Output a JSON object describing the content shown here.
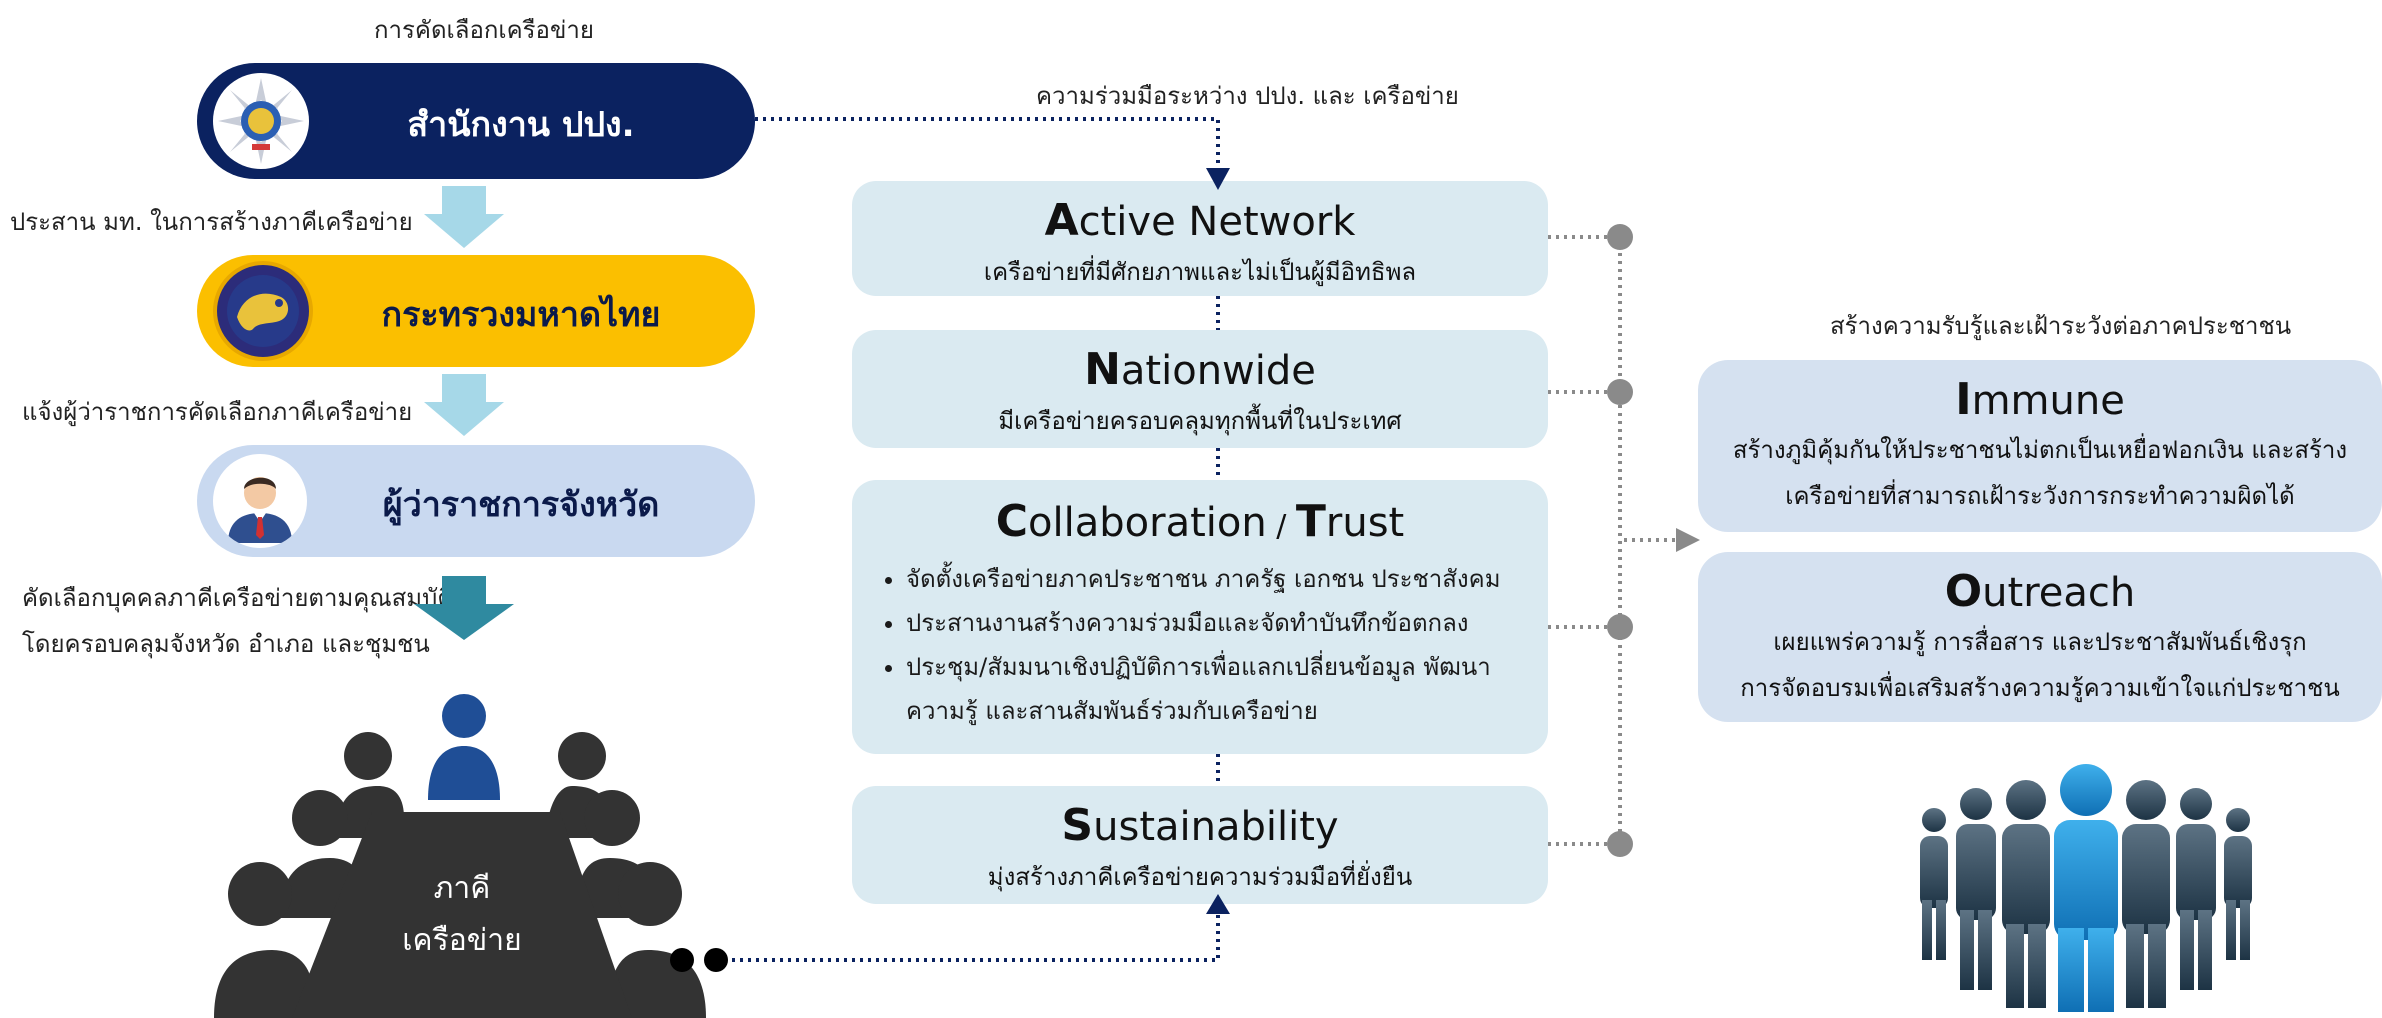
{
  "left": {
    "selection_caption": "การคัดเลือกเครือข่าย",
    "office_label": "สำนักงาน ปปง.",
    "step1_caption": "ประสาน มท. ในการสร้างภาคีเครือข่าย",
    "ministry_label": "กระทรวงมหาดไทย",
    "step2_caption": "แจ้งผู้ว่าราชการคัดเลือกภาคีเครือข่าย",
    "governor_label": "ผู้ว่าราชการจังหวัด",
    "step3_caption_line1": "คัดเลือกบุคคลภาคีเครือข่ายตามคุณสมบัติ",
    "step3_caption_line2": "โดยครอบคลุมจังหวัด อำเภอ และชุมชน",
    "network_table_line1": "ภาคี",
    "network_table_line2": "เครือข่าย"
  },
  "center": {
    "collab_caption": "ความร่วมมือระหว่าง ปปง. และ เครือข่าย",
    "active": {
      "initial": "A",
      "rest": "ctive Network",
      "sub": "เครือข่ายที่มีศักยภาพและไม่เป็นผู้มีอิทธิพล"
    },
    "nationwide": {
      "initial": "N",
      "rest": "ationwide",
      "sub": "มีเครือข่ายครอบคลุมทุกพื้นที่ในประเทศ"
    },
    "collab": {
      "initial1": "C",
      "rest1": "ollaboration",
      "sep": " / ",
      "initial2": "T",
      "rest2": "rust",
      "bullets": [
        "จัดตั้งเครือข่ายภาคประชาชน ภาครัฐ เอกชน ประชาสังคม",
        "ประสานงานสร้างความร่วมมือและจัดทำบันทึกข้อตกลง",
        "ประชุม/สัมมนาเชิงปฏิบัติการเพื่อแลกเปลี่ยนข้อมูล พัฒนา ความรู้ และสานสัมพันธ์ร่วมกับเครือข่าย"
      ]
    },
    "sustain": {
      "initial": "S",
      "rest": "ustainability",
      "sub": "มุ่งสร้างภาคีเครือข่ายความร่วมมือที่ยั่งยืน"
    }
  },
  "right": {
    "caption": "สร้างความรับรู้และเฝ้าระวังต่อภาคประชาชน",
    "immune": {
      "initial": "I",
      "rest": "mmune",
      "line1": "สร้างภูมิคุ้มกันให้ประชาชนไม่ตกเป็นเหยื่อฟอกเงิน และสร้าง",
      "line2": "เครือข่ายที่สามารถเฝ้าระวังการกระทำความผิดได้"
    },
    "outreach": {
      "initial": "O",
      "rest": "utreach",
      "line1": "เผยแพร่ความรู้ การสื่อสาร และประชาสัมพันธ์เชิงรุก",
      "line2": "การจัดอบรมเพื่อเสริมสร้างความรู้ความเข้าใจแก่ประชาชน"
    }
  },
  "colors": {
    "navy": "#0b2260",
    "gold": "#fbbf00",
    "light_blue": "#c9d9f0",
    "arrow_light": "#a6d8e8",
    "arrow_teal": "#2f8aa0",
    "box_blue": "#daeaf1",
    "dark_people": "#333333",
    "blue_person": "#1f4e96"
  },
  "icons": [
    "amlo-emblem-icon",
    "ministry-seal-icon",
    "governor-avatar-icon",
    "meeting-people-icon",
    "crowd-people-icon"
  ]
}
